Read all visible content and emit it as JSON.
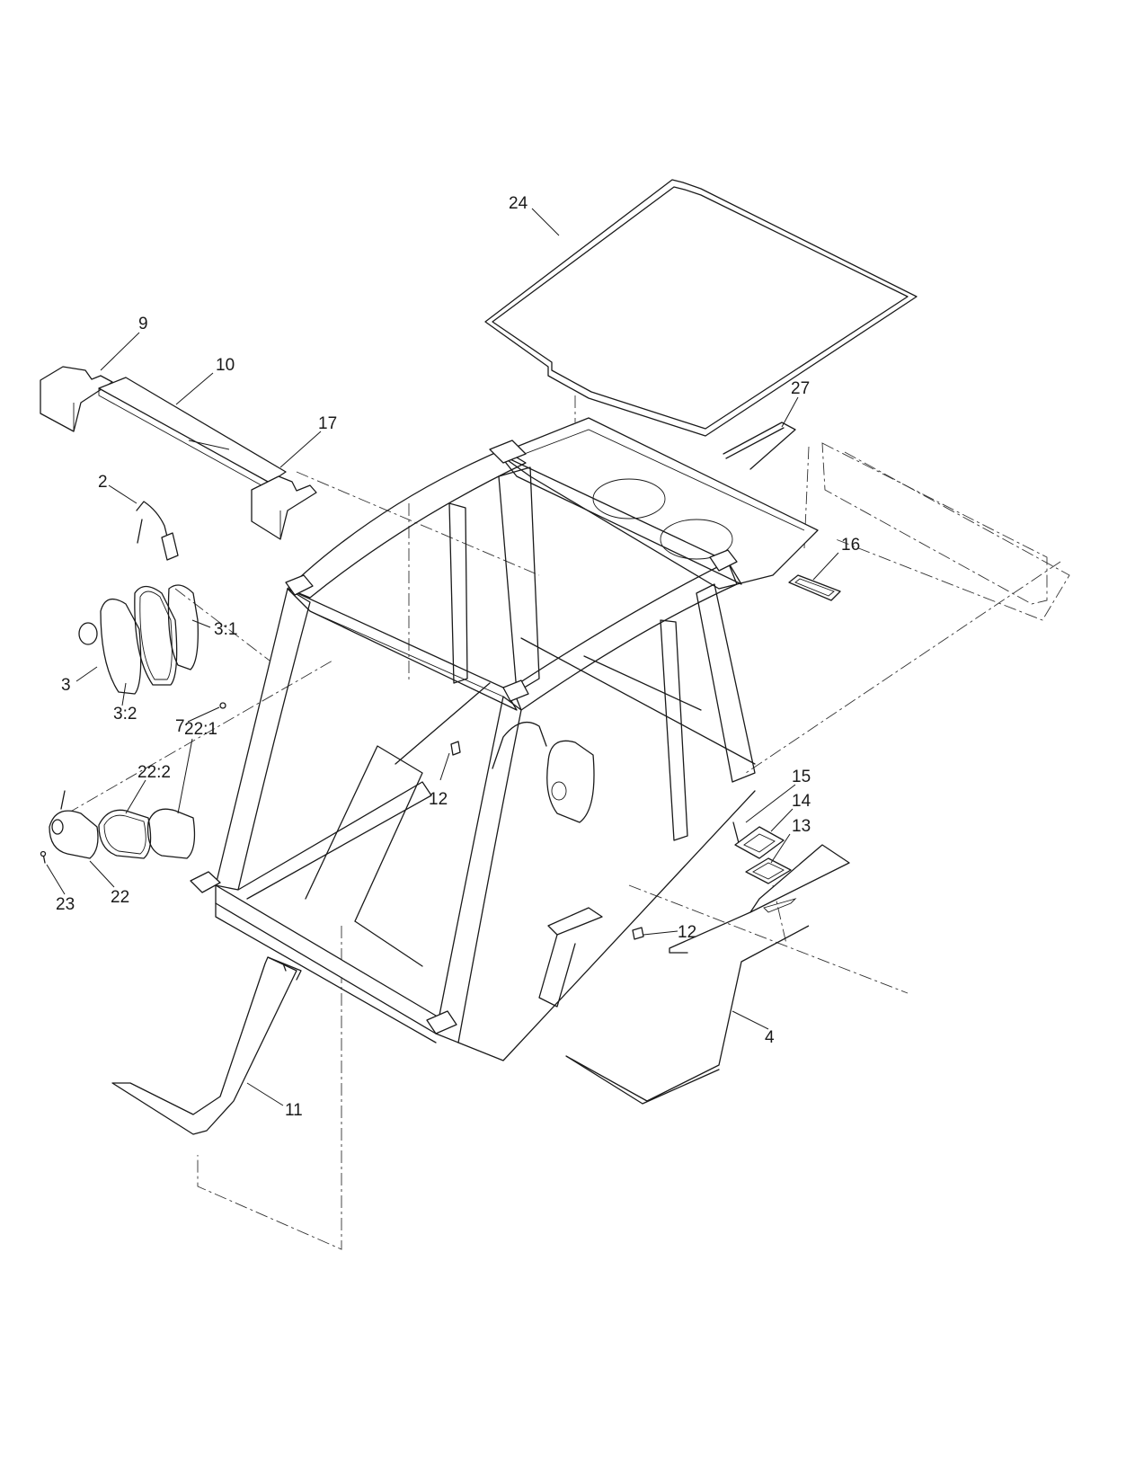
{
  "callouts": {
    "c24": "24",
    "c9": "9",
    "c10": "10",
    "c17": "17",
    "c27": "27",
    "c2": "2",
    "c16": "16",
    "c3_1": "3:1",
    "c3": "3",
    "c7": "7",
    "c3_2": "3:2",
    "c22_1": "22:1",
    "c22_2": "22:2",
    "c12a": "12",
    "c15": "15",
    "c14": "14",
    "c13": "13",
    "c23": "23",
    "c22": "22",
    "c12b": "12",
    "c4": "4",
    "c11": "11"
  },
  "colors": {
    "line": "#1a1a1a",
    "background": "#ffffff"
  }
}
